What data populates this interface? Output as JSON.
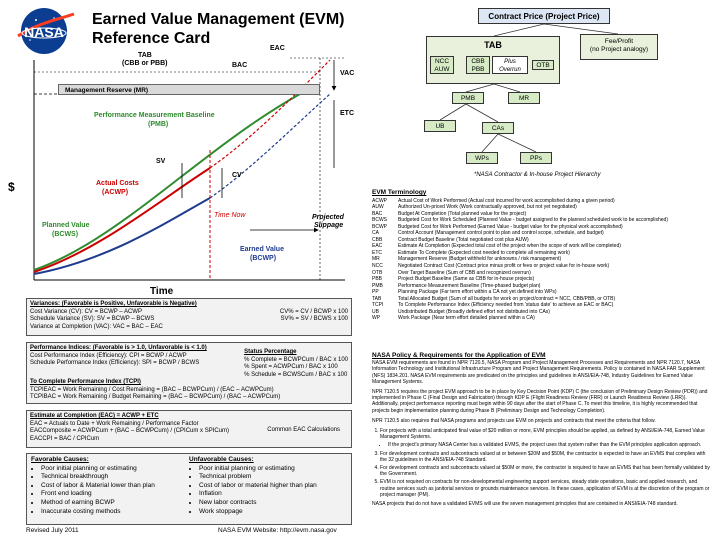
{
  "header": {
    "title_line1": "Earned Value Management (EVM)",
    "title_line2": "Reference Card",
    "logo_text": "NASA"
  },
  "curve_chart": {
    "labels": {
      "tab": "TAB",
      "tab_sub": "(CBB or PBB)",
      "bac": "BAC",
      "eac": "EAC",
      "vac": "VAC",
      "etc": "ETC",
      "management_reserve": "Management Reserve (MR)",
      "pmb": "Performance Measurement Baseline",
      "pmb_sub": "(PMB)",
      "sv": "SV",
      "cv": "CV",
      "dollar": "$",
      "actual_costs": "Actual Costs",
      "acwp": "(ACWP)",
      "time_now": "Time Now",
      "projected": "Projected",
      "slippage": "Slippage",
      "planned_value": "Planned Value",
      "bcws": "(BCWS)",
      "earned_value": "Earned Value",
      "bcwp": "(BCWP)",
      "time_axis": "Time"
    },
    "colors": {
      "pmb": "#2e8b2e",
      "acwp": "#cc0000",
      "bcwp": "#1f3b8f",
      "time_now": "#cc0000"
    }
  },
  "variances": {
    "title": "Variances:  (Favorable is Positive, Unfavorable is Negative)",
    "rows": [
      [
        "Cost Variance (CV):  CV = BCWP – ACWP",
        "CV% = CV / BCWP x 100"
      ],
      [
        "Schedule Variance (SV):  SV = BCWP – BCWS",
        "SV% = SV / BCWS x 100"
      ],
      [
        "Variance at Completion (VAC):  VAC = BAC – EAC",
        ""
      ]
    ]
  },
  "indices": {
    "title": "Performance Indices: (Favorable is > 1.0, Unfavorable is < 1.0)",
    "cpi": "Cost Performance Index (Efficiency):  CPI = BCWP / ACWP",
    "spi": "Schedule Performance Index (Efficiency):  SPI = BCWP / BCWS",
    "status_title": "Status Percentage",
    "status_rows": [
      "% Complete = BCWPCum / BAC x 100",
      "% Spent = ACWPCum / BAC x 100",
      "% Schedule = BCWSCum / BAC x 100"
    ],
    "tcpi_title": "To Complete Performance Index (TCPI)",
    "tcpi_eac": "TCPIEAC = Work Remaining / Cost Remaining = (BAC – BCWPCum) / (EAC – ACWPCum)",
    "tcpi_bac": "TCPIBAC = Work Remaining / Budget Remaining = (BAC – BCWPCum) / (BAC – ACWPCum)"
  },
  "eac": {
    "title": "Estimate at Completion (EAC)  = ACWP + ETC",
    "line1": "EAC = Actuals to Date + Work Remaining / Performance Factor",
    "line2": "EACComposite = ACWPCum + (BAC – BCWPCum) / (CPICum x SPICum)",
    "line3": "EACCPI = BAC / CPICum",
    "note": "Common EAC Calculations"
  },
  "causes": {
    "favorable_title": "Favorable Causes:",
    "favorable": [
      "Poor initial planning or estimating",
      "Technical breakthrough",
      "Cost of labor & Material lower than plan",
      "Front end loading",
      "Method of earning BCWP",
      "Inaccurate costing methods"
    ],
    "unfavorable_title": "Unfavorable Causes:",
    "unfavorable": [
      "Poor initial planning or estimating",
      "Technical problem",
      "Cost of labor or material higher than plan",
      "Inflation",
      "New labor contracts",
      "Work stoppage"
    ]
  },
  "footer": {
    "left": "Revised July 2011",
    "center": "NASA EVM Website: http://evm.nasa.gov"
  },
  "hierarchy": {
    "contract_price": "Contract Price (Project Price)",
    "tab": "TAB",
    "fee_line1": "Fee/Profit",
    "fee_line2": "(no Project analogy)",
    "ncc": "NCC",
    "auw": "AUW",
    "cbb": "CBB",
    "pbb": "PBB",
    "plus": "Plus",
    "overrun": "Overrun",
    "otb": "OTB",
    "pmb": "PMB",
    "mr": "MR",
    "ub": "UB",
    "cas": "CAs",
    "wps": "WPs",
    "pps": "PPs",
    "note": "*NASA Contractor & In-house Project Hierarchy"
  },
  "terminology": {
    "title": "EVM Terminology",
    "terms": [
      [
        "ACWP",
        "Actual Cost of Work Performed (Actual cost incurred for work accomplished during a given period)"
      ],
      [
        "AUW",
        "Authorized Un-priced Work (Work contractually approved, but not yet negotiated)"
      ],
      [
        "BAC",
        "Budget At Completion (Total planned value for the project)"
      ],
      [
        "BCWS",
        "Budgeted Cost for Work Scheduled (Planned Value - budget assigned to the planned scheduled work to be accomplished)"
      ],
      [
        "BCWP",
        "Budgeted Cost for Work Performed (Earned Value - budget value for the physical work accomplished)"
      ],
      [
        "CA",
        "Control Account (Management control point to plan and control scope, schedule, and budget)"
      ],
      [
        "CBB",
        "Contract Budget Baseline (Total  negotiated cost plus AUW)"
      ],
      [
        "EAC",
        "Estimate At Completion (Expected total cost of the project when the scope of work will be completed)"
      ],
      [
        "ETC",
        "Estimate To Complete (Expected cost needed to complete all remaining work)"
      ],
      [
        "MR",
        "Management Reserve (Budget withheld for unknowns / risk management)"
      ],
      [
        "NCC",
        "Negotiated Contract Cost (Contract price minus profit or fees or project value for in-house work)"
      ],
      [
        "OTB",
        "Over Target Baseline (Sum of CBB and recognized overrun)"
      ],
      [
        "PBB",
        "Project Budget Baseline (Same as CBB for in-house projects)"
      ],
      [
        "PMB",
        "Performance Measurement Baseline (Time-phased budget plan)"
      ],
      [
        "PP",
        "Planning Package (Far term effort within a CA not yet defined into WPs)"
      ],
      [
        "TAB",
        "Total Allocated Budget (Sum of all budgets for work on project/contract = NCC, CBB/PBB, or OTB)"
      ],
      [
        "TCPI",
        "To Complete Performance Index (Efficiency needed from 'status date' to achieve an EAC or BAC)"
      ],
      [
        "UB",
        "Undistributed Budget (Broadly defined effort not distributed into CAs)"
      ],
      [
        "WP",
        "Work Package (Near term effort detailed planned within a CA)"
      ]
    ]
  },
  "policy": {
    "title": "NASA Policy & Requirements for the Application of EVM",
    "p1": "NASA EVM requirements are found in NPR 7120.5, NASA Program and Project Management Processes and Requirements and NPR 7120.7, NASA Information Technology and Institutional Infrastructure Program and Project Management Requirements. Policy is contained in NASA FAR Supplement (NFS) 1834.201.  NASA EVM requirements are predicated on the principles and guidelines in ANSI/EIA-748, Industry Guidelines for Earned Value Management Systems.",
    "p2": "NPR 7120.5 requires the project EVM approach to be in place by Key Decision Point (KDP) C (the conclusion of Preliminary Design Review (PDR)) and implemented in Phase C (Final Design and Fabrication) through KDP E (Flight Readiness Review (FRR) or Launch Readiness Review (LRR)). Additionally, project performance reporting must begin within 90 days after the start of Phase C.  To meet this timeline, it is highly recommended that projects begin implementation planning during Phase B (Preliminary Design and Technology Completion).",
    "p3": "NPR 7120.5 also requires that NASA programs and projects use EVM on projects and contracts that meet the criteria that follow.",
    "items": [
      "For projects with a total anticipated final value of $20 million or more, EVM principles should be applied, as defined by ANSI/EIA-748, Earned Value Management Systems.",
      "If the project's primary NASA Center has a validated EVMS, the project uses that system rather than the EVM principles application approach.",
      "For development contracts and subcontracts valued at or between $20M and $50M, the contractor is expected to have an EVMS that complies with the 32 guidelines in the ANSI/EIA-748 Standard.",
      "For development contracts and subcontracts valued at $50M or more, the contractor is required to have an EVMS that has been formally validated by the Government.",
      "EVM is not required on contracts for non-developmental engineering support services, steady state operations, basic and applied research, and routine services such as janitorial services or grounds maintenance services.  In these cases, application of EVM is at the discretion of the program or project manager (PM)."
    ],
    "last": "NASA projects that do not have a validated EVMS will use the seven management principles that are contained in ANSI/EIA-748 standard."
  }
}
